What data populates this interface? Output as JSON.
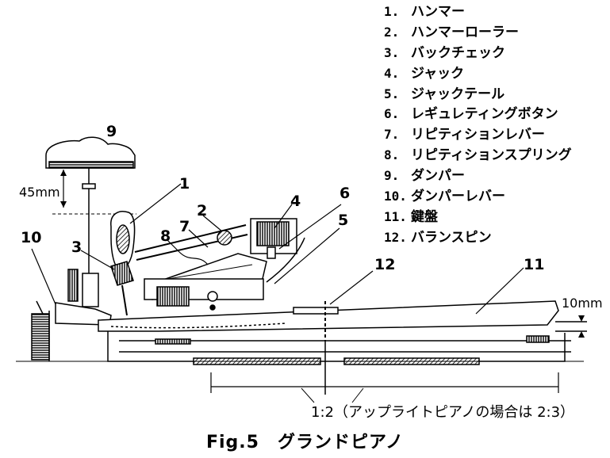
{
  "legend": [
    {
      "num": "1.",
      "label": "ハンマー"
    },
    {
      "num": "2.",
      "label": "ハンマーローラー"
    },
    {
      "num": "3.",
      "label": "バックチェック"
    },
    {
      "num": "4.",
      "label": "ジャック"
    },
    {
      "num": "5.",
      "label": "ジャックテール"
    },
    {
      "num": "6.",
      "label": "レギュレティングボタン"
    },
    {
      "num": "7.",
      "label": "リピティションレバー"
    },
    {
      "num": "8.",
      "label": "リピティションスプリング"
    },
    {
      "num": "9.",
      "label": "ダンパー"
    },
    {
      "num": "10.",
      "label": "ダンパーレバー"
    },
    {
      "num": "11.",
      "label": "鍵盤"
    },
    {
      "num": "12.",
      "label": "バランスピン"
    }
  ],
  "callouts": {
    "n1": "1",
    "n2": "2",
    "n3": "3",
    "n4": "4",
    "n5": "5",
    "n6": "6",
    "n7": "7",
    "n8": "8",
    "n9": "9",
    "n10": "10",
    "n11": "11",
    "n12": "12"
  },
  "dimensions": {
    "damper_gap": "45mm",
    "key_dip": "10mm"
  },
  "ratio_note": "1:2（アップライトピアノの場合は 2:3）",
  "caption": "Fig.5　グランドピアノ"
}
